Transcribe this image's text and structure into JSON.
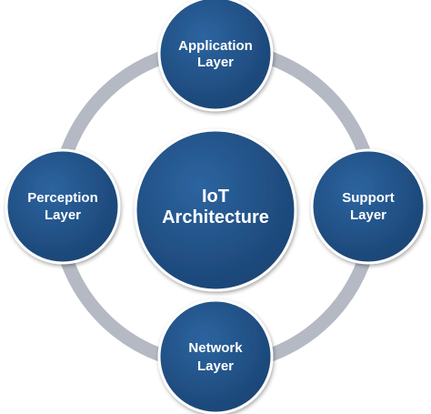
{
  "diagram": {
    "center": {
      "line1": "IoT",
      "line2": "Architecture"
    },
    "nodes": {
      "application": {
        "line1": "Application",
        "line2": "Layer"
      },
      "support": {
        "line1": "Support",
        "line2": "Layer"
      },
      "network": {
        "line1": "Network",
        "line2": "Layer"
      },
      "perception": {
        "line1": "Perception",
        "line2": "Layer"
      }
    },
    "colors": {
      "node_fill": "#1f4f82",
      "node_border": "#ffffff",
      "ring": "#b4b9c4",
      "text": "#ffffff"
    }
  }
}
